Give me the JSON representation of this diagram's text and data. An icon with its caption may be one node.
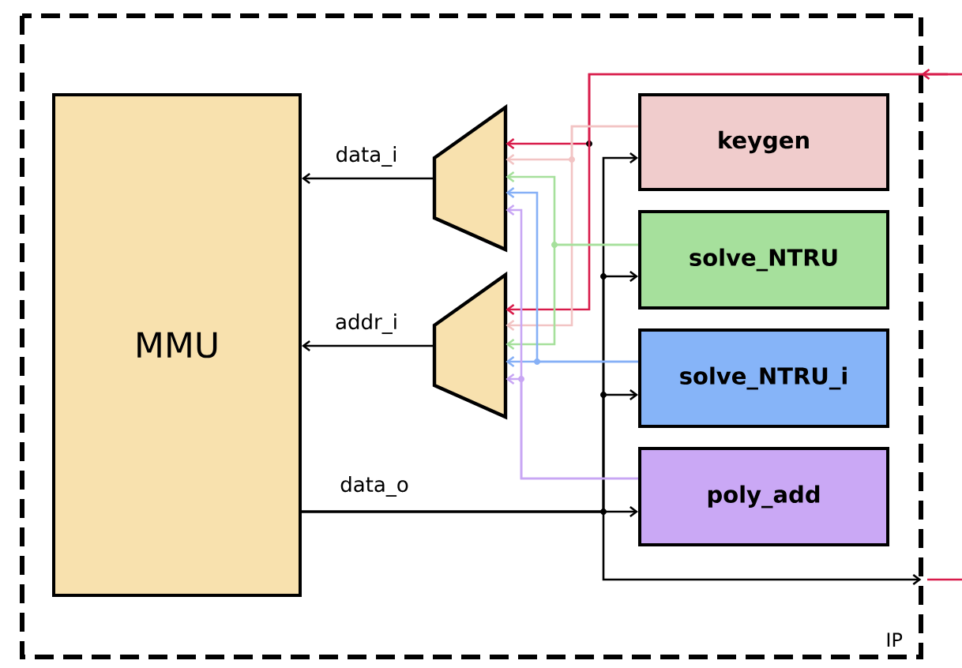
{
  "diagram": {
    "nodes": [
      {
        "text": [
          "IP"
        ]
      },
      {
        "text": [
          "MMU"
        ],
        "in": 0
      },
      {
        "text": [],
        "shape": "trapezoid",
        "in": 0
      },
      {
        "text": [],
        "shape": "trapezoid",
        "in": 0
      },
      {
        "text": [
          "keygen"
        ],
        "in": 0
      },
      {
        "text": [
          "solve_NTRU"
        ],
        "in": 0
      },
      {
        "text": [
          "solve_NTRU_i"
        ],
        "in": 0
      },
      {
        "text": [
          "poly_add"
        ],
        "in": 0
      }
    ],
    "edges": [
      {
        "from": 2,
        "to": 1,
        "arrow": "to",
        "label": "data_i"
      },
      {
        "from": 3,
        "to": 1,
        "arrow": "to",
        "label": "addr_i"
      },
      {
        "from": 1,
        "to": 7,
        "arrow": "to",
        "label": "data_o"
      },
      {
        "from": 1,
        "to": 4,
        "arrow": "to"
      },
      {
        "from": 1,
        "to": 5,
        "arrow": "to"
      },
      {
        "from": 1,
        "to": 6,
        "arrow": "to"
      },
      {
        "from": 1,
        "to": null,
        "arrow": "to"
      },
      {
        "from": null,
        "to": 2,
        "arrow": "to",
        "color": "#d81b4a"
      },
      {
        "from": null,
        "to": 3,
        "arrow": "to",
        "color": "#d81b4a"
      },
      {
        "from": 4,
        "to": 2,
        "arrow": "to",
        "color": "#f2c4c4"
      },
      {
        "from": 4,
        "to": 3,
        "arrow": "to",
        "color": "#f2c4c4"
      },
      {
        "from": 5,
        "to": 2,
        "arrow": "to",
        "color": "#a6e09c"
      },
      {
        "from": 5,
        "to": 3,
        "arrow": "to",
        "color": "#a6e09c"
      },
      {
        "from": 6,
        "to": 2,
        "arrow": "to",
        "color": "#86b0f6"
      },
      {
        "from": 6,
        "to": 3,
        "arrow": "to",
        "color": "#86b0f6"
      },
      {
        "from": 7,
        "to": 2,
        "arrow": "to",
        "color": "#c8a6f4"
      },
      {
        "from": 7,
        "to": 3,
        "arrow": "to",
        "color": "#c8a6f4"
      }
    ]
  }
}
